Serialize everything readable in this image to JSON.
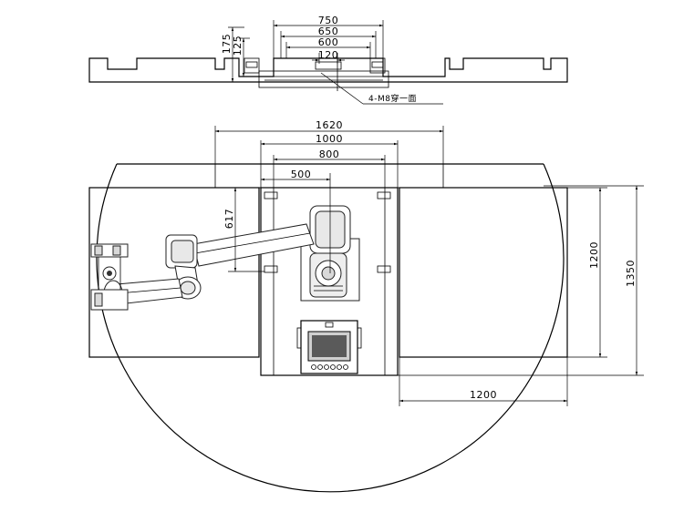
{
  "dimensions": {
    "top": {
      "d750": "750",
      "d650": "650",
      "d600": "600",
      "d120": "120",
      "d175": "175",
      "d125": "125"
    },
    "plan": {
      "d1620": "1620",
      "d1000": "1000",
      "d800": "800",
      "d500": "500",
      "d617": "617",
      "d1200_vertical": "1200",
      "d1350": "1350",
      "d1200_horizontal": "1200"
    }
  },
  "annotations": {
    "mounting_note": "4-M8穿一面"
  },
  "colors": {
    "line": "#000000",
    "robot_fill": "#ffffff",
    "robot_shade": "#d9d9d9",
    "screen": "#cfcfcf",
    "screen_dark": "#5a5a5a"
  }
}
